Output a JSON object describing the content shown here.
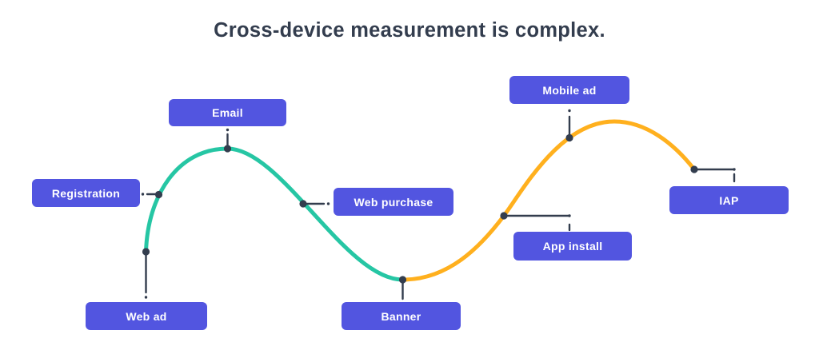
{
  "title": "Cross-device measurement is complex.",
  "colors": {
    "background": "#FFFFFF",
    "title_text": "#333D4E",
    "node_box": "#5255E0",
    "node_text": "#FFFFFF",
    "curve_teal": "#26C6A4",
    "curve_orange": "#FFB01E",
    "connector": "#333D4E"
  },
  "diagram": {
    "nodes": [
      {
        "id": "web-ad",
        "label": "Web ad",
        "curve_segment": "teal"
      },
      {
        "id": "registration",
        "label": "Registration",
        "curve_segment": "teal"
      },
      {
        "id": "email",
        "label": "Email",
        "curve_segment": "teal"
      },
      {
        "id": "web-purchase",
        "label": "Web purchase",
        "curve_segment": "teal"
      },
      {
        "id": "banner",
        "label": "Banner",
        "curve_segment": "teal-orange-transition"
      },
      {
        "id": "app-install",
        "label": "App install",
        "curve_segment": "orange"
      },
      {
        "id": "mobile-ad",
        "label": "Mobile ad",
        "curve_segment": "orange"
      },
      {
        "id": "iap",
        "label": "IAP",
        "curve_segment": "orange"
      }
    ]
  }
}
